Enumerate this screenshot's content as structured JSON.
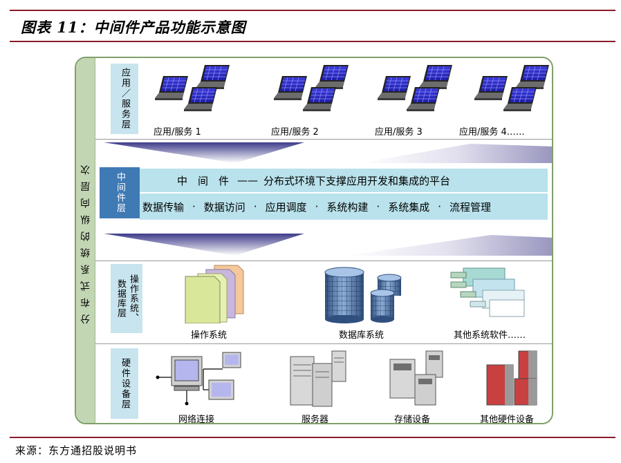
{
  "figure_title": "图表 11：中间件产品功能示意图",
  "source": "来源：东方通招股说明书",
  "side_axis_label": "分布式系统的纵向层次",
  "layers": {
    "application": {
      "label": "应用／服务层",
      "items": [
        "应用/服务 1",
        "应用/服务 2",
        "应用/服务 3",
        "应用/服务 4……"
      ]
    },
    "middleware": {
      "label": "中间件层",
      "title_main": "中　间　件",
      "title_dash": "——",
      "title_desc": "分布式环境下支撑应用开发和集成的平台",
      "functions": [
        "数据传输",
        "数据访问",
        "应用调度",
        "系统构建",
        "系统集成",
        "流程管理"
      ],
      "bullet": "·"
    },
    "os_db": {
      "label_col1": "操作系统、",
      "label_col2": "数据库层",
      "items": [
        "操作系统",
        "数据库系统",
        "其他系统软件……"
      ]
    },
    "hardware": {
      "label": "硬件设备层",
      "items": [
        "网络连接",
        "服务器",
        "存储设备",
        "其他硬件设备"
      ]
    }
  },
  "colors": {
    "rule": "#8b1a2b",
    "panel_border": "#7fa06a",
    "strip": "#c3d6b4",
    "label_bg": "#c8e4ee",
    "middleware_label": "#3f7ab5",
    "middleware_bar": "#b9e2ec"
  }
}
